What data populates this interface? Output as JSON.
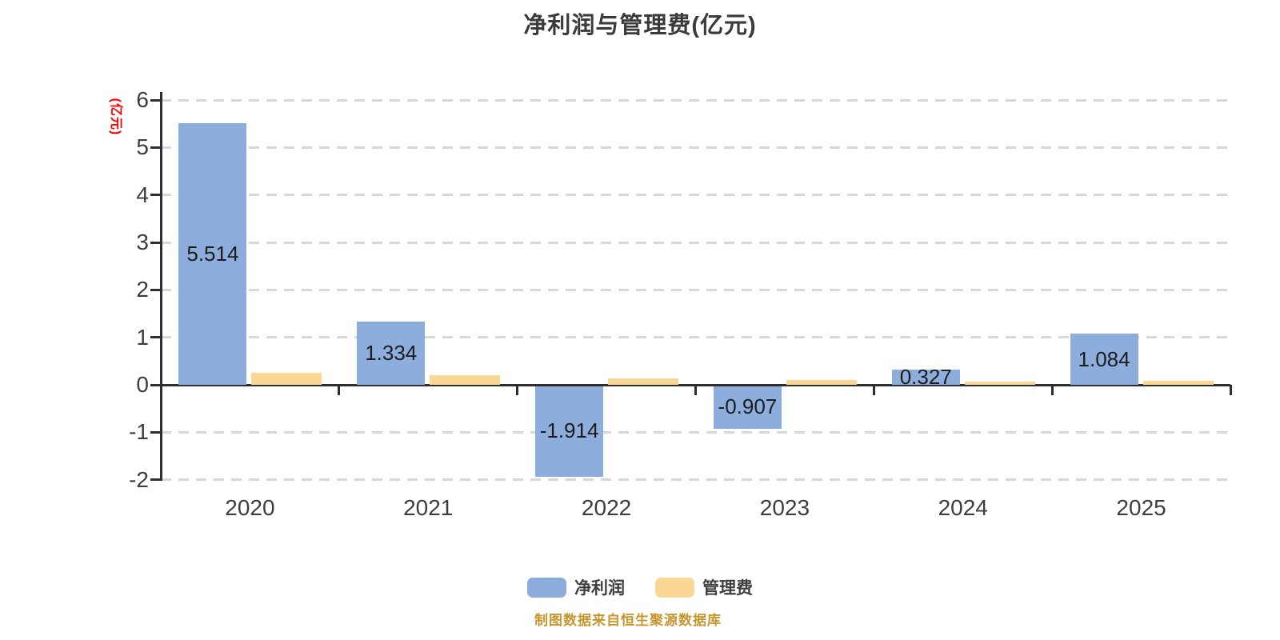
{
  "title": "净利润与管理费(亿元)",
  "y_axis_unit_label": "(亿元)",
  "footer_note": "制图数据来自恒生聚源数据库",
  "legend": [
    {
      "label": "净利润",
      "color": "#8DAEDC"
    },
    {
      "label": "管理费",
      "color": "#FBD795"
    }
  ],
  "colors": {
    "net_profit_bar": "#8DAEDC",
    "management_fee_bar": "#FBD795",
    "grid": "#D8D8D8",
    "axis": "#2E2E2E",
    "tick_text": "#3D3D3D",
    "value_text": "#1C1C1C",
    "unit_label_red": "#FF0000",
    "footer_orange": "#C9952E",
    "title_text": "#3A3A3A",
    "background": "#FFFFFF"
  },
  "chart_data": {
    "type": "bar",
    "title": "净利润与管理费(亿元)",
    "ylabel": "(亿元)",
    "xlabel": "",
    "categories": [
      "2020",
      "2021",
      "2022",
      "2023",
      "2024",
      "2025"
    ],
    "series": [
      {
        "name": "净利润",
        "color": "#8DAEDC",
        "values": [
          5.514,
          1.334,
          -1.914,
          -0.907,
          0.327,
          1.084
        ],
        "labels": [
          "5.514",
          "1.334",
          "-1.914",
          "-0.907",
          "0.327",
          "1.084"
        ]
      },
      {
        "name": "管理费",
        "color": "#FBD795",
        "values": [
          0.26,
          0.21,
          0.13,
          0.1,
          0.06,
          0.08
        ],
        "labels": [
          "",
          "",
          "",
          "",
          "",
          ""
        ]
      }
    ],
    "ylim": [
      -2,
      6
    ],
    "yticks": [
      -2,
      -1,
      0,
      1,
      2,
      3,
      4,
      5,
      6
    ],
    "grid": "horizontal-dashed",
    "legend_position": "bottom"
  }
}
